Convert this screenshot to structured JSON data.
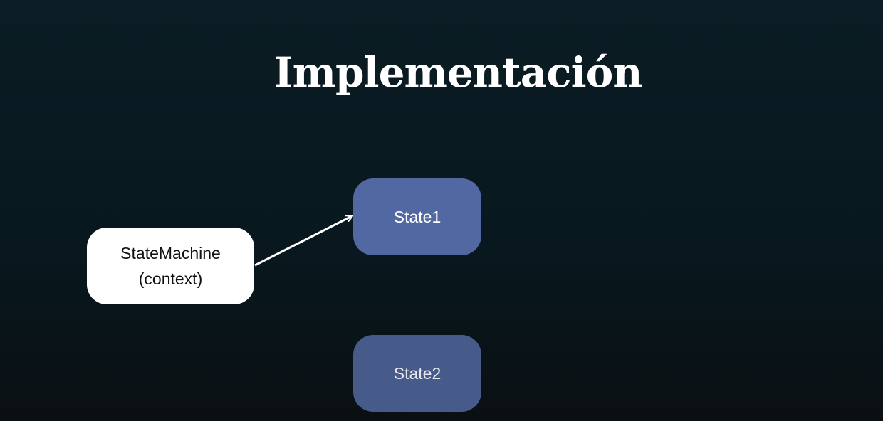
{
  "title": "Implementación",
  "nodes": {
    "context": "StateMachine\n(context)",
    "state1": "State1",
    "state2": "State2"
  },
  "colors": {
    "background": "#08181e",
    "state_fill": "#5268a2",
    "context_fill": "#ffffff",
    "arrow": "#ffffff"
  }
}
